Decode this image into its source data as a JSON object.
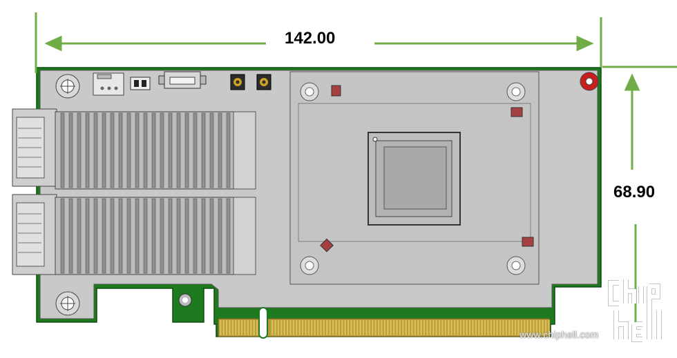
{
  "dimensions": {
    "width_value": "142.00",
    "height_value": "68.90"
  },
  "watermark": {
    "url": "www.chiphell.com",
    "logo_text": "chip hell"
  },
  "colors": {
    "pcb_green": "#1e7a1e",
    "board_gray": "#c8c8c8",
    "dimension_line": "#70ad47",
    "gold_finger": "#b79a3a"
  }
}
